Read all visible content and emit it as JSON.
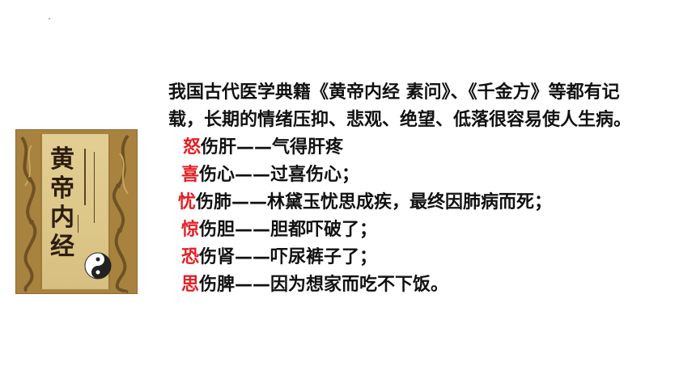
{
  "intro": "我国古代医学典籍《黄帝内经 素问》、《千金方》等都有记载，长期的情绪压抑、悲观、绝望、低落很容易使人生病。",
  "book": {
    "title_chars": [
      "黄",
      "帝",
      "内",
      "经"
    ]
  },
  "items": [
    {
      "emotion": "怒",
      "text": "伤肝——气得肝疼"
    },
    {
      "emotion": "喜",
      "text": "伤心——过喜伤心；"
    },
    {
      "emotion": "忧",
      "text": "伤肺——林黛玉忧思成疾，最终因肺病而死；"
    },
    {
      "emotion": "惊",
      "text": "伤胆——胆都吓破了；"
    },
    {
      "emotion": "恐",
      "text": "伤肾——吓尿裤子了；"
    },
    {
      "emotion": "思",
      "text": "伤脾——因为想家而吃不下饭。"
    }
  ],
  "colors": {
    "emphasis": "#e31e24",
    "text": "#111111",
    "book_border": "#a8823f",
    "book_panel": "#dcc688"
  },
  "icons": {
    "book_seal": "yin-yang-icon"
  }
}
